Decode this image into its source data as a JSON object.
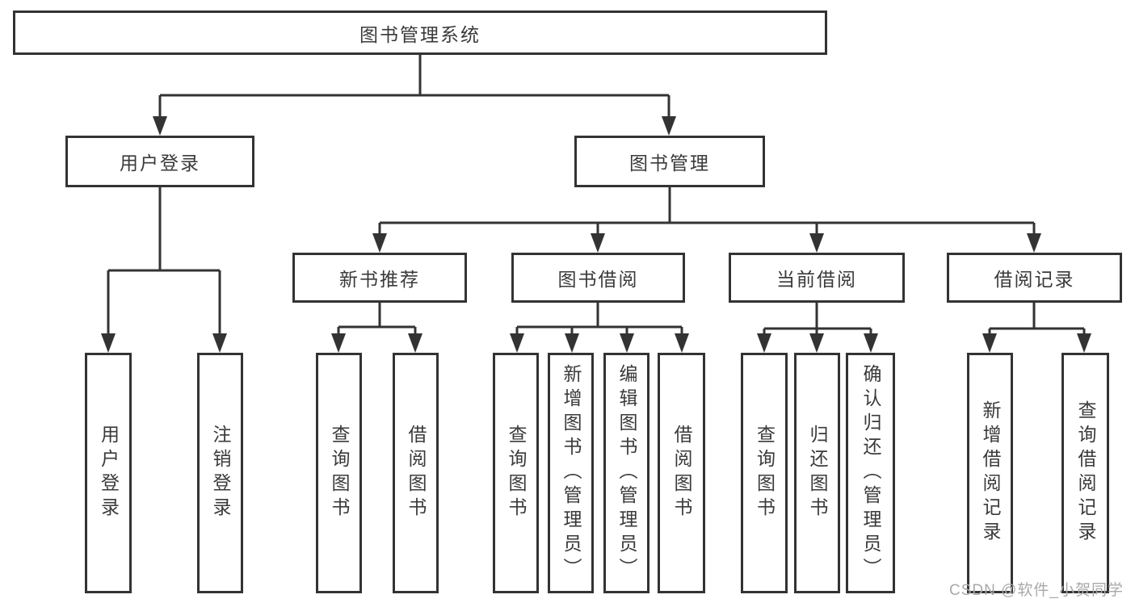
{
  "diagram": {
    "title": "图书管理系统",
    "nodes": {
      "root": "图书管理系统",
      "level1": [
        "用户登录",
        "图书管理"
      ],
      "level2": [
        "新书推荐",
        "图书借阅",
        "当前借阅",
        "借阅记录"
      ],
      "leaves_user": [
        "用户登录",
        "注销登录"
      ],
      "leaves_newbook": [
        "查询图书",
        "借阅图书"
      ],
      "leaves_borrow": [
        "查询图书",
        "新增图书（管理员）",
        "编辑图书（管理员）",
        "借阅图书"
      ],
      "leaves_current": [
        "查询图书",
        "归还图书",
        "确认归还（管理员）"
      ],
      "leaves_records": [
        "新增借阅记录",
        "查询借阅记录"
      ]
    },
    "colors": {
      "line": "#333333",
      "text": "#3a3a3a",
      "watermark": "#a9a9a9",
      "background": "#ffffff"
    }
  },
  "watermark": "CSDN @软件_小贺同学"
}
